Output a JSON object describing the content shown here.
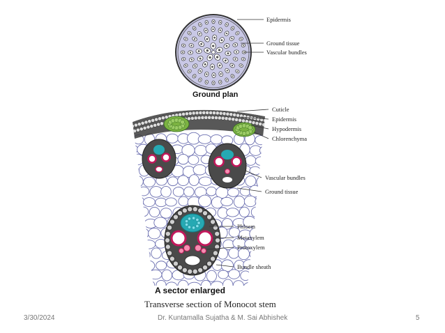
{
  "labels": {
    "epidermis_top": "Epidermis",
    "ground_tissue_top": "Ground tissue",
    "vascular_bundles_top": "Vascular bundles",
    "ground_plan": "Ground plan",
    "cuticle": "Cuticle",
    "epidermis": "Epidermis",
    "hypodermis": "Hypodermis",
    "chlorenchyma": "Chlorenchyma",
    "vascular_bundles": "Vascular bundles",
    "ground_tissue": "Ground tissue",
    "phloem": "Phloem",
    "metaxylem": "Metaxylem",
    "protoxylem": "Protoxylem",
    "bundle_sheath": "Bundle sheath",
    "sector_enlarged": "A sector enlarged",
    "title": "Transverse section of Monocot stem"
  },
  "footer": {
    "date": "3/30/2024",
    "authors": "Dr. Kuntamalla Sujatha & M. Sai Abhishek",
    "page": "5"
  },
  "colors": {
    "ground": "#c9c8e6",
    "xylem": "#c2185b",
    "phloem": "#26a9b3",
    "chlorenchyma": "#7cb342",
    "sheath": "#444444",
    "parenchyma_stroke": "#6b6fb0"
  }
}
